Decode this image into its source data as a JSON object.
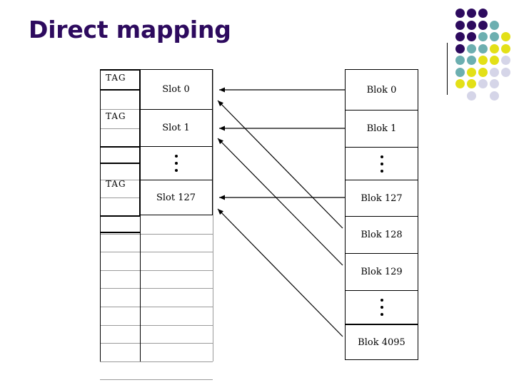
{
  "slide": {
    "title": "Direct mapping",
    "title_color": "#2d0a5e",
    "background_color": "#ffffff"
  },
  "decoration": {
    "name": "dot-grid",
    "colors": {
      "dark_purple": "#2d0a5e",
      "teal": "#6cafb0",
      "yellow": "#e3e017",
      "lavender": "#d5d5e8"
    },
    "cols": 5,
    "rows": 8,
    "dots": [
      {
        "row": 0,
        "col": 0,
        "color": "#2d0a5e"
      },
      {
        "row": 0,
        "col": 1,
        "color": "#2d0a5e"
      },
      {
        "row": 0,
        "col": 2,
        "color": "#2d0a5e"
      },
      {
        "row": 1,
        "col": 0,
        "color": "#2d0a5e"
      },
      {
        "row": 1,
        "col": 1,
        "color": "#2d0a5e"
      },
      {
        "row": 1,
        "col": 2,
        "color": "#2d0a5e"
      },
      {
        "row": 1,
        "col": 3,
        "color": "#6cafb0"
      },
      {
        "row": 2,
        "col": 0,
        "color": "#2d0a5e"
      },
      {
        "row": 2,
        "col": 1,
        "color": "#2d0a5e"
      },
      {
        "row": 2,
        "col": 2,
        "color": "#6cafb0"
      },
      {
        "row": 2,
        "col": 3,
        "color": "#6cafb0"
      },
      {
        "row": 2,
        "col": 4,
        "color": "#e3e017"
      },
      {
        "row": 3,
        "col": 0,
        "color": "#2d0a5e"
      },
      {
        "row": 3,
        "col": 1,
        "color": "#6cafb0"
      },
      {
        "row": 3,
        "col": 2,
        "color": "#6cafb0"
      },
      {
        "row": 3,
        "col": 3,
        "color": "#e3e017"
      },
      {
        "row": 3,
        "col": 4,
        "color": "#e3e017"
      },
      {
        "row": 4,
        "col": 0,
        "color": "#6cafb0"
      },
      {
        "row": 4,
        "col": 1,
        "color": "#6cafb0"
      },
      {
        "row": 4,
        "col": 2,
        "color": "#e3e017"
      },
      {
        "row": 4,
        "col": 3,
        "color": "#e3e017"
      },
      {
        "row": 4,
        "col": 4,
        "color": "#d5d5e8"
      },
      {
        "row": 5,
        "col": 0,
        "color": "#6cafb0"
      },
      {
        "row": 5,
        "col": 1,
        "color": "#e3e017"
      },
      {
        "row": 5,
        "col": 2,
        "color": "#e3e017"
      },
      {
        "row": 5,
        "col": 3,
        "color": "#d5d5e8"
      },
      {
        "row": 5,
        "col": 4,
        "color": "#d5d5e8"
      },
      {
        "row": 6,
        "col": 0,
        "color": "#e3e017"
      },
      {
        "row": 6,
        "col": 1,
        "color": "#e3e017"
      },
      {
        "row": 6,
        "col": 2,
        "color": "#d5d5e8"
      },
      {
        "row": 6,
        "col": 3,
        "color": "#d5d5e8"
      },
      {
        "row": 7,
        "col": 1,
        "color": "#d5d5e8"
      },
      {
        "row": 7,
        "col": 3,
        "color": "#d5d5e8"
      }
    ]
  },
  "diagram": {
    "type": "cache-direct-mapping",
    "tag_label": "TAG",
    "tags": [
      {
        "label": "TAG",
        "for_slot": "Slot 0"
      },
      {
        "label": "TAG",
        "for_slot": "Slot 1"
      },
      {
        "label": "TAG",
        "for_slot": "Slot 127"
      }
    ],
    "cache_slots": [
      {
        "label": "Slot 0"
      },
      {
        "label": "Slot 1"
      },
      {
        "label": "⋮",
        "is_ellipsis": true
      },
      {
        "label": "Slot 127"
      }
    ],
    "memory_blocks": [
      {
        "label": "Blok 0"
      },
      {
        "label": "Blok 1"
      },
      {
        "label": "⋮",
        "is_ellipsis": true
      },
      {
        "label": "Blok 127"
      },
      {
        "label": "Blok 128"
      },
      {
        "label": "Blok 129"
      },
      {
        "label": "⋮",
        "is_ellipsis": true
      },
      {
        "label": "Blok 4095"
      }
    ],
    "mappings": [
      {
        "from": "Blok 0",
        "to": "Slot 0",
        "style": "horizontal"
      },
      {
        "from": "Blok 1",
        "to": "Slot 1",
        "style": "horizontal"
      },
      {
        "from": "Blok 127",
        "to": "Slot 127",
        "style": "horizontal"
      },
      {
        "from": "Blok 128",
        "to": "Slot 0",
        "style": "diagonal"
      },
      {
        "from": "Blok 129",
        "to": "Slot 1",
        "style": "diagonal"
      },
      {
        "from": "Blok 4095",
        "to": "Slot 127",
        "style": "diagonal"
      }
    ]
  }
}
